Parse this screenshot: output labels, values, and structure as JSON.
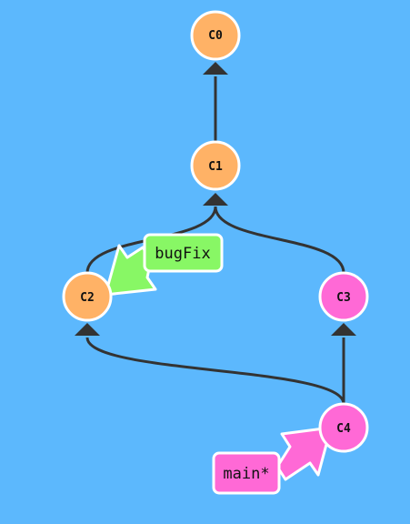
{
  "colors": {
    "background": "#5cb8fd",
    "commit_default": "#ffb266",
    "commit_main": "#ff69d6",
    "branch_bugfix": "#88f765",
    "branch_main": "#ff69d6",
    "edge": "#333333",
    "outline": "#ffffff"
  },
  "commits": [
    {
      "id": "C0",
      "label": "C0",
      "branch": "default"
    },
    {
      "id": "C1",
      "label": "C1",
      "branch": "default"
    },
    {
      "id": "C2",
      "label": "C2",
      "branch": "default"
    },
    {
      "id": "C3",
      "label": "C3",
      "branch": "main"
    },
    {
      "id": "C4",
      "label": "C4",
      "branch": "main"
    }
  ],
  "edges": [
    {
      "from": "C1",
      "to": "C0"
    },
    {
      "from": "C2",
      "to": "C1"
    },
    {
      "from": "C3",
      "to": "C1"
    },
    {
      "from": "C4",
      "to": "C3"
    },
    {
      "from": "C4",
      "to": "C2"
    }
  ],
  "branches": [
    {
      "id": "bugFix",
      "label": "bugFix",
      "target": "C2",
      "color": "#88f765"
    },
    {
      "id": "main",
      "label": "main*",
      "target": "C4",
      "color": "#ff69d6"
    }
  ]
}
